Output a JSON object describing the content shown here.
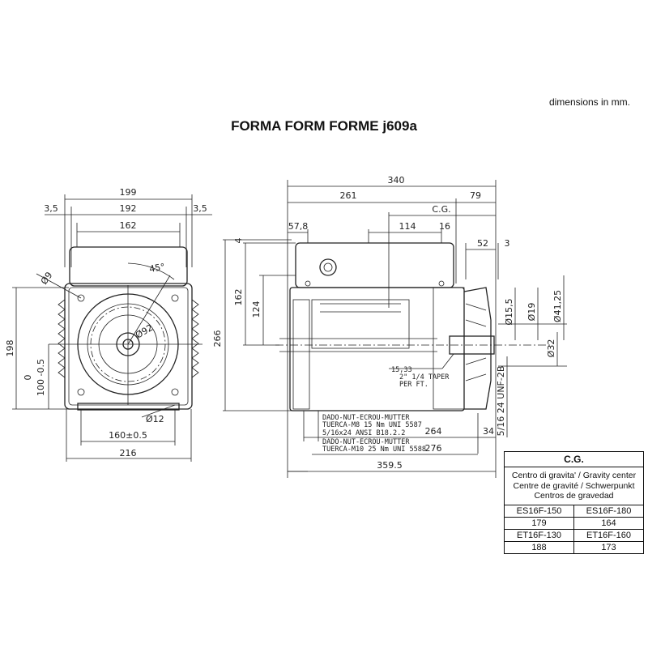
{
  "header": {
    "units_note": "dimensions in mm.",
    "title": "FORMA FORM FORME j609a"
  },
  "front_view": {
    "dims": {
      "w199": "199",
      "w3_5_left": "3,5",
      "w192": "192",
      "w3_5_right": "3,5",
      "w162": "162",
      "hole_dia": "Ø9",
      "angle": "45°",
      "pcd": "Ø92",
      "h198": "198",
      "h0": "0",
      "h100": "100 -0.5",
      "foot_hole": "Ø12",
      "w160": "160±0.5",
      "w216": "216"
    }
  },
  "side_view": {
    "dims": {
      "l340": "340",
      "l261": "261",
      "l79": "79",
      "cg": "C.G.",
      "l57_8": "57,8",
      "l114": "114",
      "l16": "16",
      "l52": "52",
      "l3": "3",
      "h4": "4",
      "h162": "162",
      "h266": "266",
      "h124": "124",
      "d15_5": "Ø15,5",
      "d19": "Ø19",
      "d41_25": "Ø41,25",
      "d32": "Ø32",
      "thread": "5/16 24 UNF-2B",
      "taper_dia": "15,33",
      "taper_1": "2\" 1/4 TAPER",
      "taper_2": "PER FT.",
      "l264": "264",
      "l34": "34",
      "l276": "276",
      "l359_5": "359.5"
    },
    "notes": {
      "nut1_l1": "DADO-NUT-ECROU-MUTTER",
      "nut1_l2": "TUERCA-M8 15 Nm UNI 5587",
      "nut1_l3": "5/16x24 ANSI B18.2.2",
      "nut2_l1": "DADO-NUT-ECROU-MUTTER",
      "nut2_l2": "TUERCA-M10 25 Nm UNI 5588"
    }
  },
  "cg_table": {
    "title": "C.G.",
    "desc": [
      "Centro di gravita' / Gravity center",
      "Centre de gravité / Schwerpunkt",
      "Centros de gravedad"
    ],
    "rows": [
      [
        "ES16F-150",
        "ES16F-180"
      ],
      [
        "179",
        "164"
      ],
      [
        "ET16F-130",
        "ET16F-160"
      ],
      [
        "188",
        "173"
      ]
    ]
  }
}
